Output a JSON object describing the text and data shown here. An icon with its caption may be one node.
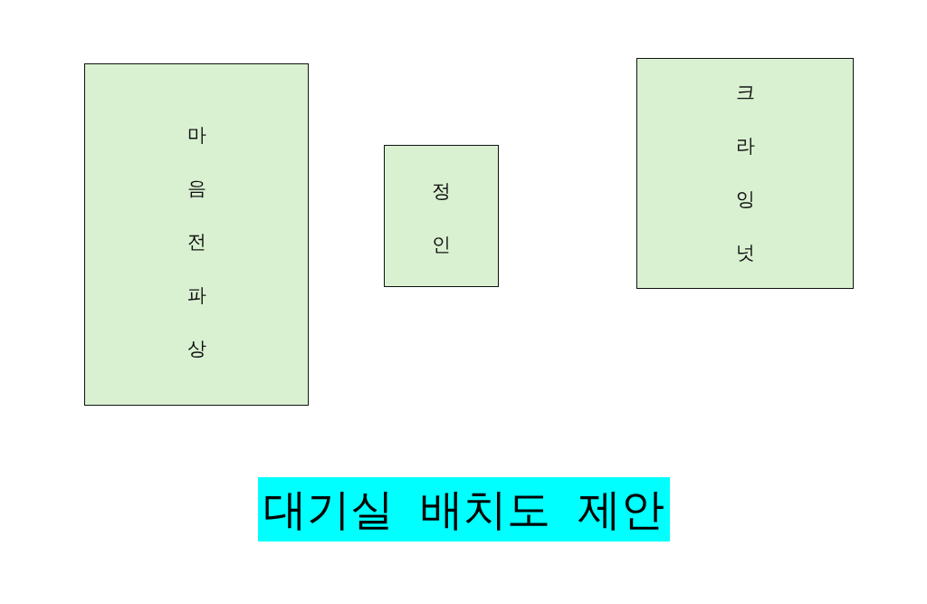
{
  "diagram": {
    "title": "대기실 배치도 제안",
    "nodes": [
      {
        "text": [
          "마음전파상"
        ]
      },
      {
        "text": [
          "정인"
        ]
      },
      {
        "text": [
          "크라잉넛"
        ]
      }
    ]
  }
}
